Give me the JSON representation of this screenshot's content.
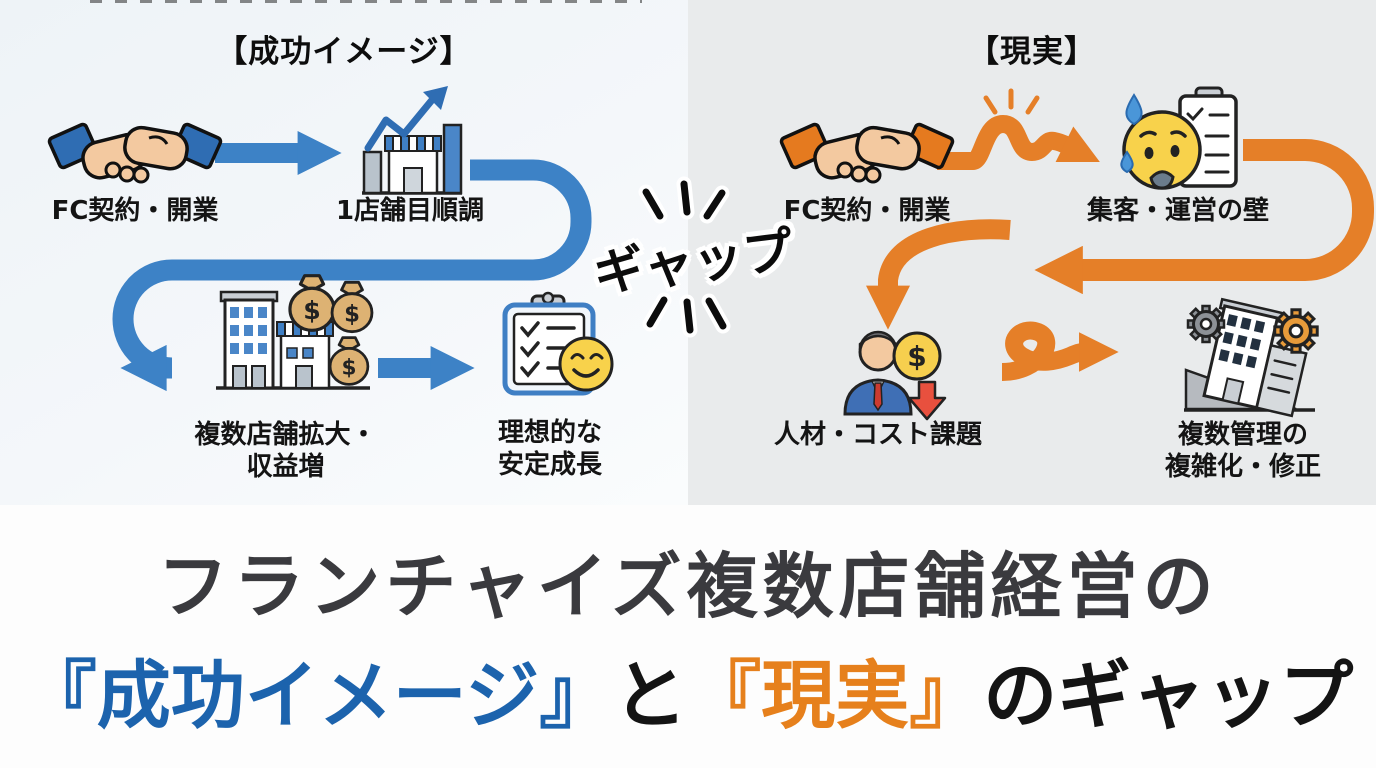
{
  "panels": {
    "success": {
      "header": "【成功イメージ】",
      "background": "#f3f6f9",
      "accent": "#3d82c6",
      "nodes": [
        {
          "id": "fc-contract",
          "icon": "handshake-icon",
          "label": "FC契約・開業"
        },
        {
          "id": "first-store",
          "icon": "store-growth-chart-icon",
          "label": "1店舗目順調"
        },
        {
          "id": "expansion",
          "icon": "buildings-moneybags-icon",
          "label_line1": "複数店舗拡大・",
          "label_line2": "収益増"
        },
        {
          "id": "stable-growth",
          "icon": "checklist-smiley-icon",
          "label_line1": "理想的な",
          "label_line2": "安定成長"
        }
      ]
    },
    "reality": {
      "header": "【現実】",
      "background": "#e9ebec",
      "accent": "#e57f28",
      "nodes": [
        {
          "id": "fc-contract",
          "icon": "handshake-icon",
          "label": "FC契約・開業"
        },
        {
          "id": "operation-wall",
          "icon": "worried-face-checklist-icon",
          "label": "集客・運営の壁"
        },
        {
          "id": "hr-cost",
          "icon": "businessman-cost-down-icon",
          "label": "人材・コスト課題"
        },
        {
          "id": "management-complexity",
          "icon": "tilted-building-gears-icon",
          "label_line1": "複数管理の",
          "label_line2": "複雑化・修正"
        }
      ]
    }
  },
  "gap": {
    "label": "ギャップ"
  },
  "title": {
    "line1": "フランチャイズ複数店舗経営の",
    "line2_success": "『成功イメージ』",
    "line2_and": "と",
    "line2_reality": "『現実』",
    "line2_gap": "のギャップ",
    "color_line1": "#3a3a3e",
    "color_success": "#1c63ad",
    "color_reality": "#e6801c",
    "color_rest": "#141414"
  },
  "colors": {
    "blue_arrow": "#3d82c6",
    "orange_arrow": "#e57f28",
    "smiley_yellow": "#f8d24b",
    "money_bag_tan": "#ddb273",
    "cost_down_red": "#e8503e",
    "skin": "#f3c9a0"
  }
}
